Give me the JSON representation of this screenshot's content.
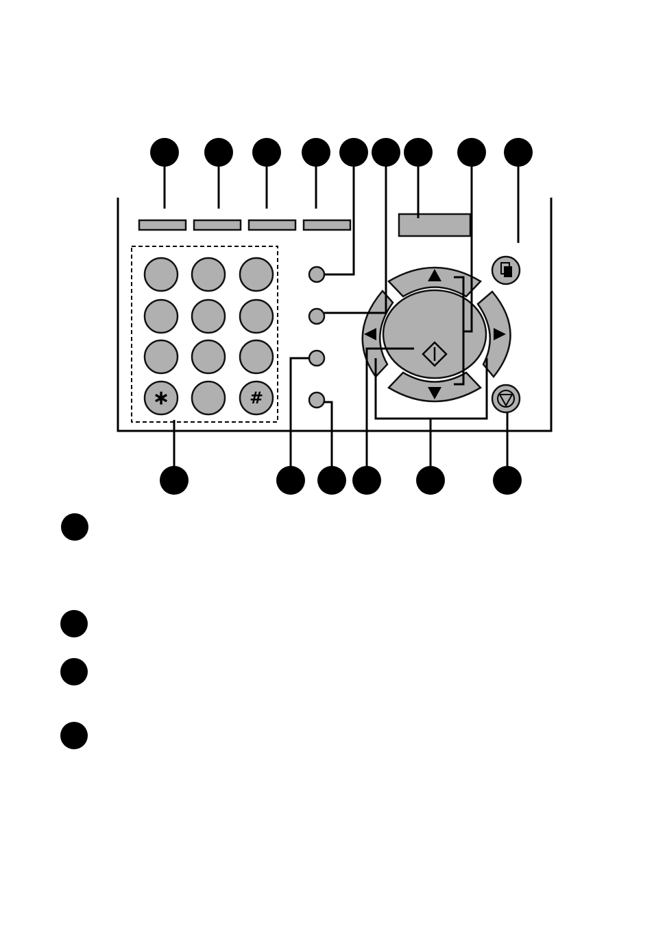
{
  "colors": {
    "button_fill": "#b0b0b0",
    "outline": "#111111",
    "callout": "#000000",
    "background": "#ffffff"
  },
  "keypad": {
    "keys": [
      {
        "id": "1",
        "label": ""
      },
      {
        "id": "2",
        "label": ""
      },
      {
        "id": "3",
        "label": ""
      },
      {
        "id": "4",
        "label": ""
      },
      {
        "id": "5",
        "label": ""
      },
      {
        "id": "6",
        "label": ""
      },
      {
        "id": "7",
        "label": ""
      },
      {
        "id": "8",
        "label": ""
      },
      {
        "id": "9",
        "label": ""
      },
      {
        "id": "star",
        "label": "∗"
      },
      {
        "id": "0",
        "label": ""
      },
      {
        "id": "hash",
        "label": "#"
      }
    ]
  },
  "icons": {
    "copy": "copy-icon",
    "stop": "stop-icon",
    "start": "start-icon",
    "arrows": [
      "arrow-up-icon",
      "arrow-down-icon",
      "arrow-left-icon",
      "arrow-right-icon"
    ]
  },
  "callouts": {
    "top_count": 9,
    "bottom_count": 6,
    "legend_count": 4
  }
}
